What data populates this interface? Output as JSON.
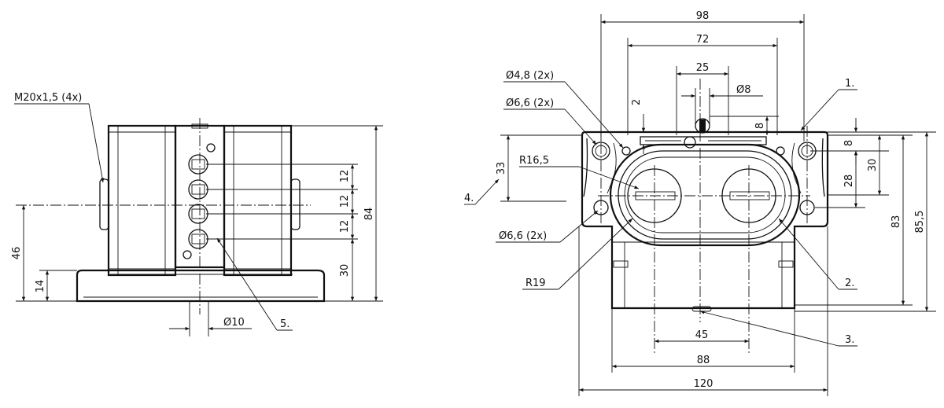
{
  "left_view": {
    "thread_label": "M20x1,5  (4x)",
    "dim_46": "46",
    "dim_14": "14",
    "dim_12a": "12",
    "dim_12b": "12",
    "dim_12c": "12",
    "dim_84": "84",
    "dim_30": "30",
    "dim_phi10": "Ø10",
    "callout_5": "5."
  },
  "right_view": {
    "dim_98": "98",
    "dim_72": "72",
    "dim_25": "25",
    "dim_phi8": "Ø8",
    "dim_2": "2",
    "dim_8_top": "8",
    "dim_phi48": "Ø4,8  (2x)",
    "dim_phi66_top": "Ø6,6  (2x)",
    "dim_phi66_bottom": "Ø6,6  (2x)",
    "dim_r165": "R16,5",
    "dim_r19": "R19",
    "dim_33": "33",
    "dim_8_right": "8",
    "dim_30": "30",
    "dim_28": "28",
    "dim_83": "83",
    "dim_855": "85,5",
    "dim_45": "45",
    "dim_88": "88",
    "dim_120": "120",
    "callout_1": "1.",
    "callout_2": "2.",
    "callout_3": "3.",
    "callout_4": "4."
  }
}
